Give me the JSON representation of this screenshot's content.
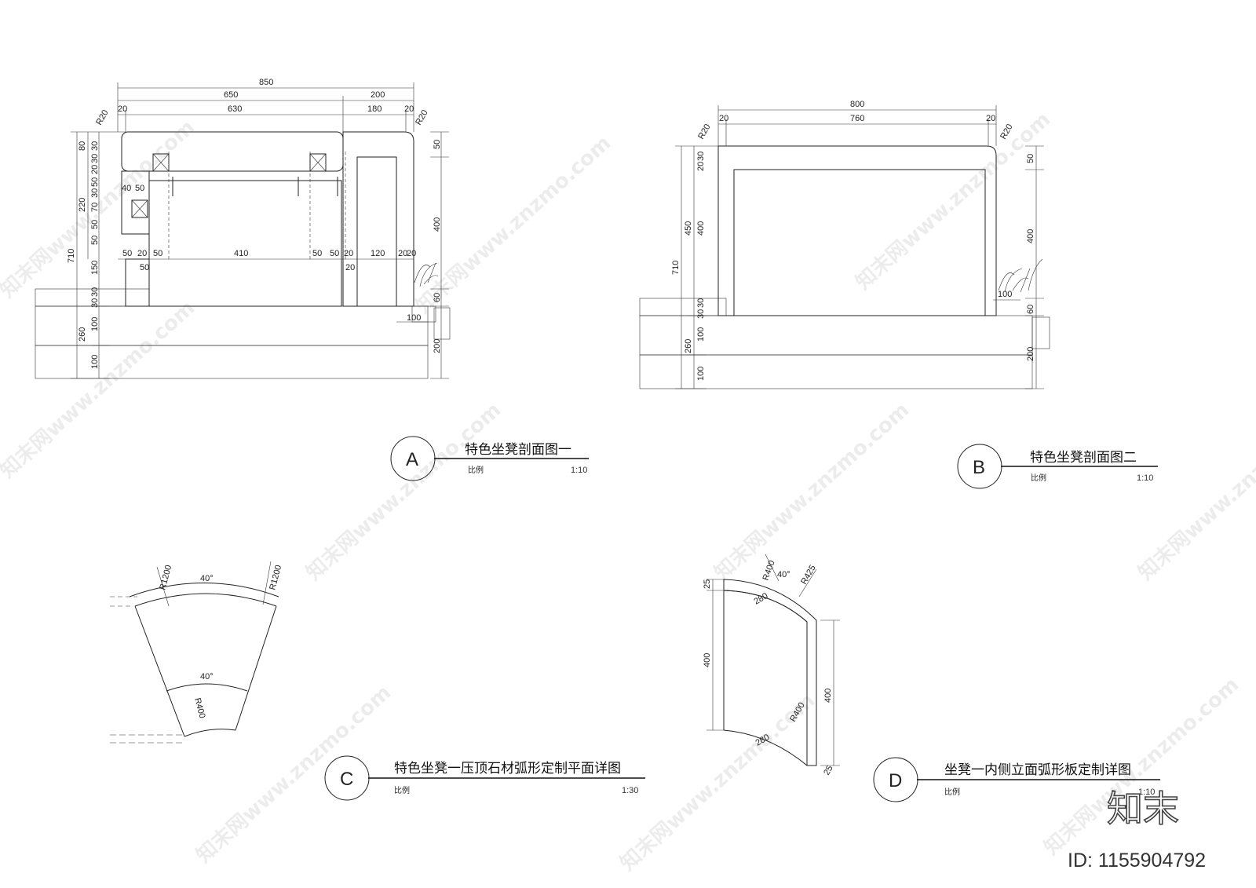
{
  "drawing_a": {
    "bubble": "A",
    "title": "特色坐凳剖面图一",
    "scale_label": "比例",
    "scale_value": "1:10",
    "dims_top": [
      "850",
      "650",
      "200",
      "20",
      "630",
      "180",
      "20",
      "R20",
      "R20"
    ],
    "dims_left": [
      "80",
      "30",
      "30",
      "20",
      "50",
      "30",
      "70",
      "220",
      "50",
      "50",
      "710",
      "150",
      "30",
      "30",
      "100",
      "260",
      "100"
    ],
    "dims_inner": [
      "40",
      "50",
      "50",
      "20",
      "50",
      "410",
      "50",
      "50",
      "20",
      "120",
      "20",
      "20",
      "20"
    ],
    "dims_right": [
      "50",
      "400",
      "60",
      "100",
      "200"
    ]
  },
  "drawing_b": {
    "bubble": "B",
    "title": "特色坐凳剖面图二",
    "scale_label": "比例",
    "scale_value": "1:10",
    "dims_top": [
      "800",
      "20",
      "760",
      "20",
      "R20",
      "R20"
    ],
    "dims_left": [
      "30",
      "20",
      "450",
      "400",
      "710",
      "30",
      "30",
      "100",
      "260",
      "100"
    ],
    "dims_right": [
      "50",
      "400",
      "100",
      "60",
      "200"
    ]
  },
  "drawing_c": {
    "bubble": "C",
    "title": "特色坐凳一压顶石材弧形定制平面详图",
    "scale_label": "比例",
    "scale_value": "1:30",
    "dims": [
      "R1200",
      "40°",
      "R1200",
      "40°",
      "R400"
    ]
  },
  "drawing_d": {
    "bubble": "D",
    "title": "坐凳一内侧立面弧形板定制详图",
    "scale_label": "比例",
    "scale_value": "1:10",
    "dims": [
      "R400",
      "40°",
      "R425",
      "25",
      "280",
      "400",
      "400",
      "R400",
      "280",
      "25"
    ]
  },
  "logo": {
    "brand": "知末",
    "id_text": "ID: 1155904792"
  },
  "watermark": "知末网www.znzmo.com"
}
